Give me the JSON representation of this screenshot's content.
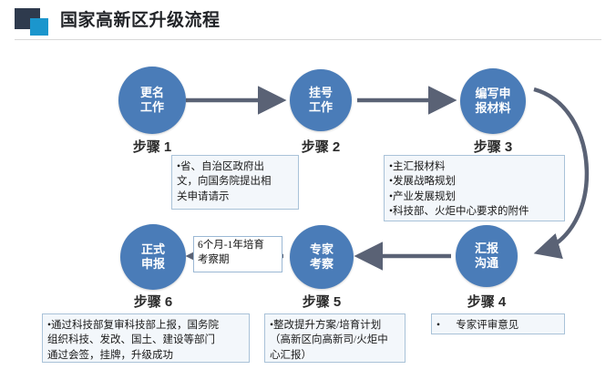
{
  "slide": {
    "title": "国家高新区升级流程",
    "colors": {
      "node_blue": "#4a7cb8",
      "logo_dark": "#2e3a4d",
      "logo_cyan": "#1b96cd",
      "arrow_gray": "#5a6275",
      "note_border": "#a9c2d8",
      "note_fill": "#f3f7fb"
    }
  },
  "nodes": [
    {
      "id": "step1",
      "line1": "更名",
      "line2": "工作",
      "caption": "步骤 1"
    },
    {
      "id": "step2",
      "line1": "挂号",
      "line2": "工作",
      "caption": "步骤 2"
    },
    {
      "id": "step3",
      "line1": "编写申",
      "line2": "报材料",
      "caption": "步骤 3"
    },
    {
      "id": "step4",
      "line1": "汇报",
      "line2": "沟通",
      "caption": "步骤 4"
    },
    {
      "id": "step5",
      "line1": "专家",
      "line2": "考察",
      "caption": "步骤 5"
    },
    {
      "id": "step6",
      "line1": "正式",
      "line2": "申报",
      "caption": "步骤 6"
    }
  ],
  "notes": {
    "step1": {
      "lines": [
        "•省、自治区政府出",
        "文，向国务院提出相",
        "关申请请示"
      ]
    },
    "step3": {
      "lines": [
        "•主汇报材料",
        "•发展战略规划",
        "•产业发展规划",
        "•科技部、火炬中心要求的附件"
      ]
    },
    "step4": {
      "lines": [
        "•      专家评审意见"
      ]
    },
    "step5": {
      "lines": [
        "•整改提升方案/培育计划",
        "（高新区向高新司/火炬中",
        "心汇报）"
      ]
    },
    "step6": {
      "lines": [
        "•通过科技部复审科技部上报，国务院",
        "组织科技、发改、国土、建设等部门",
        "通过会签，挂牌，升级成功"
      ]
    }
  },
  "arrow_label": {
    "line1": "6个月-1年培育",
    "line2": "考察期"
  }
}
